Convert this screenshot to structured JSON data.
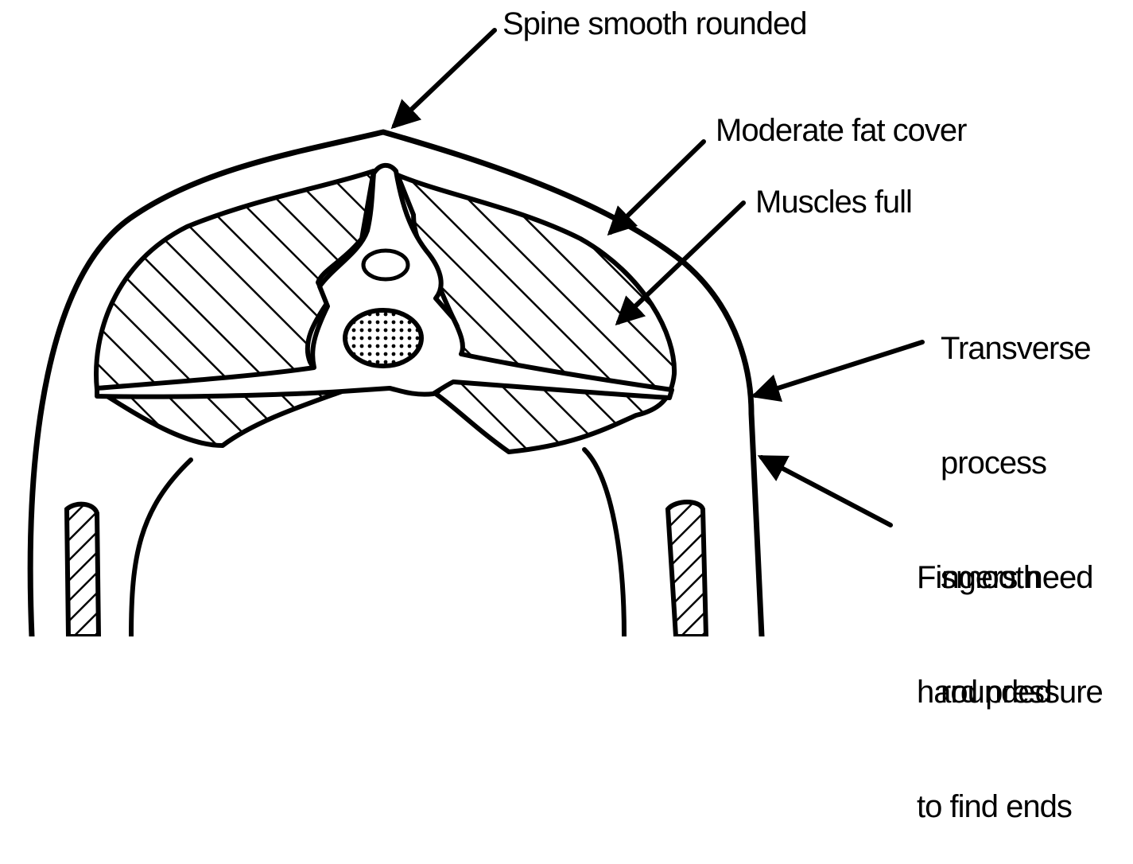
{
  "diagram": {
    "labels": {
      "spine": "Spine smooth rounded",
      "fat_cover": "Moderate fat cover",
      "muscles": "Muscles full",
      "transverse_process": [
        "Transverse",
        "process",
        "smooth",
        "rounded"
      ],
      "fingers": [
        "Fingers need",
        "hard pressure",
        "to find ends"
      ]
    },
    "colors": {
      "ink": "#000000",
      "background": "#ffffff"
    }
  }
}
